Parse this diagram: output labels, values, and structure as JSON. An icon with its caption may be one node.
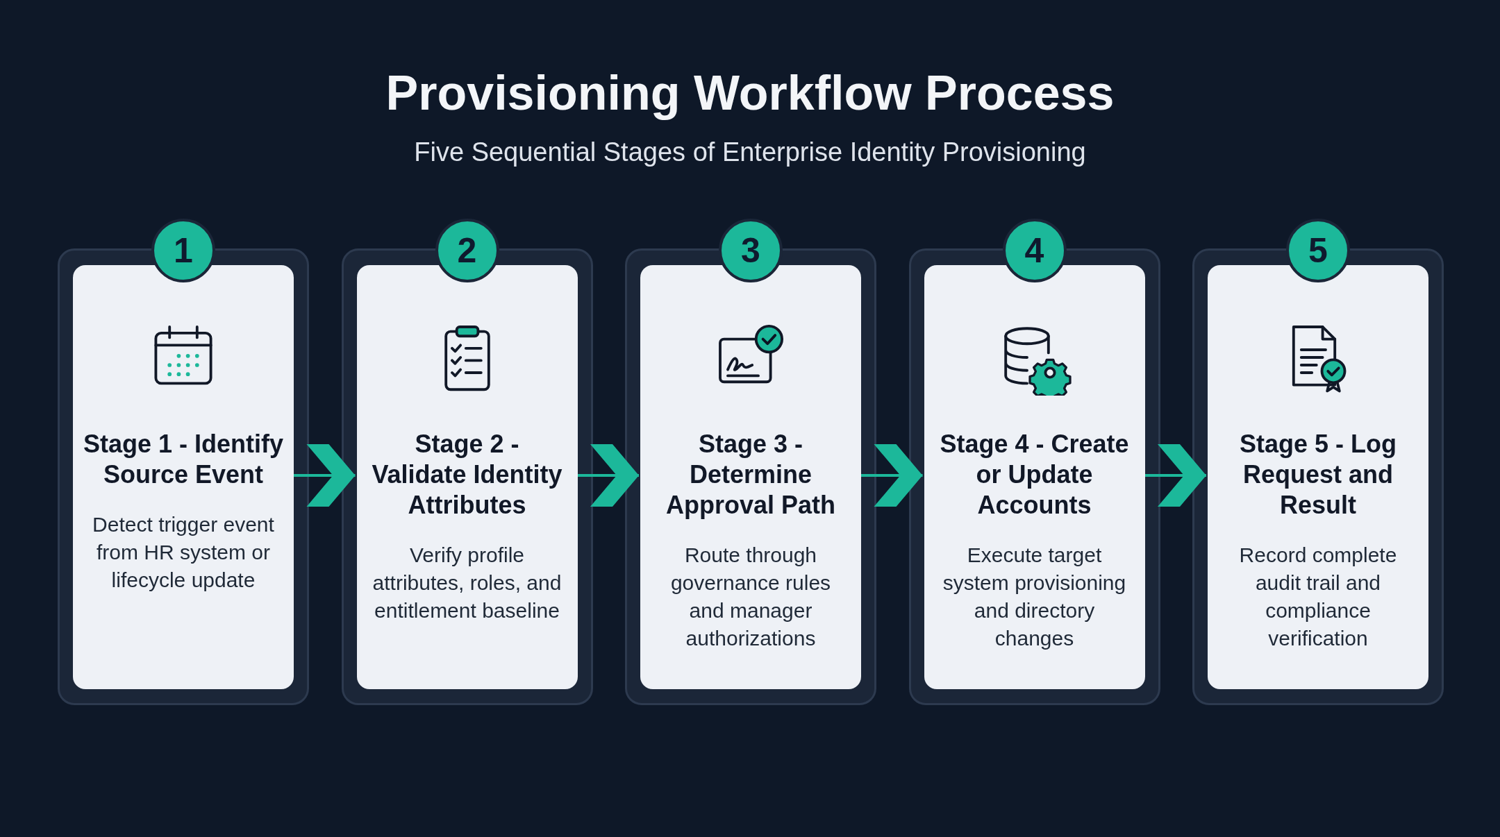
{
  "diagram": {
    "title": "Provisioning Workflow Process",
    "caption": "Five Sequential Stages of Enterprise Identity Provisioning",
    "nodes": [
      {
        "text": [
          "1"
        ]
      },
      {
        "text": [
          "Stage 1 - Identify Source Event",
          "Detect trigger event from HR system or lifecycle update"
        ]
      },
      {
        "text": [
          "2"
        ]
      },
      {
        "text": [
          "Stage 2 - Validate Identity Attributes",
          "Verify profile attributes, roles, and entitlement baseline"
        ]
      },
      {
        "text": [
          "3"
        ]
      },
      {
        "text": [
          "Stage 3 - Determine Approval Path",
          "Route through governance rules and manager authorizations"
        ]
      },
      {
        "text": [
          "4"
        ]
      },
      {
        "text": [
          "Stage 4 - Create or Update Accounts",
          "Execute target system provisioning and directory changes"
        ]
      },
      {
        "text": [
          "5"
        ]
      },
      {
        "text": [
          "Stage 5 - Log Request and Result",
          "Record complete audit trail and compliance verification"
        ]
      }
    ],
    "edges": [
      {
        "from": 1,
        "to": 3,
        "arrow": "to"
      },
      {
        "from": 3,
        "to": 5,
        "arrow": "to"
      },
      {
        "from": 5,
        "to": 7,
        "arrow": "to"
      },
      {
        "from": 7,
        "to": 9,
        "arrow": "to"
      }
    ]
  }
}
